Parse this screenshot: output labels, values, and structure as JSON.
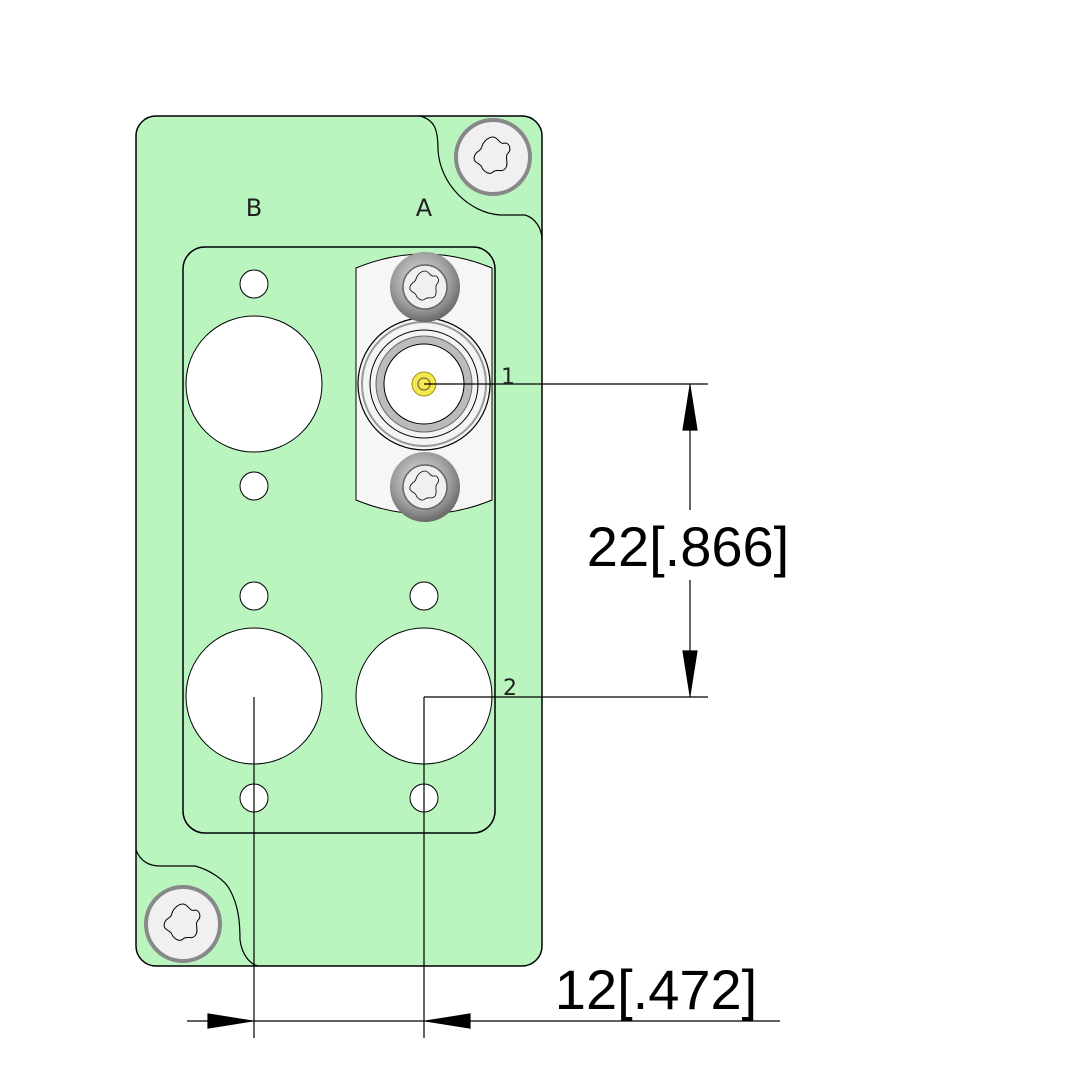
{
  "labels": {
    "column_b": "B",
    "column_a": "A"
  },
  "callouts": {
    "point_1": "1",
    "point_2": "2"
  },
  "dimensions": {
    "vertical": "22[.866]",
    "horizontal": "12[.472]"
  },
  "colors": {
    "plate": "#baf5c0",
    "pin": "#f5e84a",
    "outline": "#000000"
  }
}
